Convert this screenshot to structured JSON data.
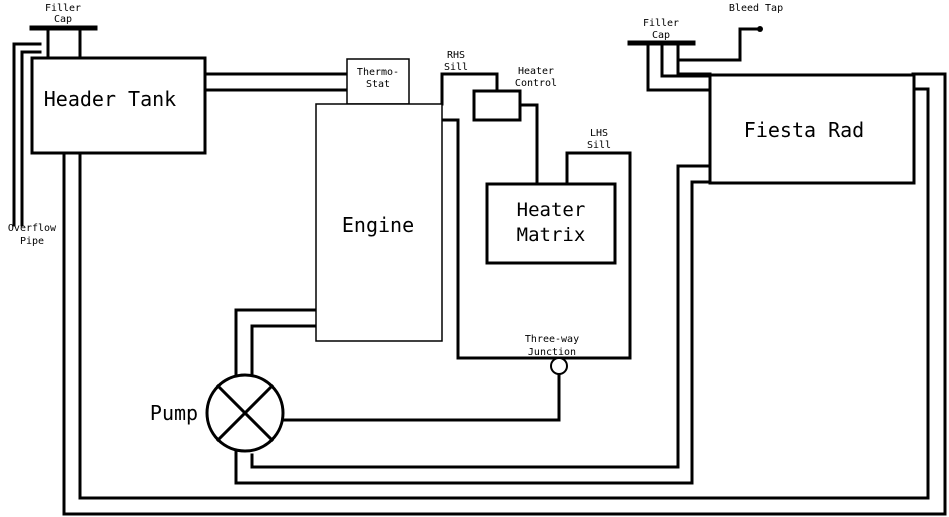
{
  "components": {
    "header_tank": "Header Tank",
    "engine": "Engine",
    "thermostat_line1": "Thermo-",
    "thermostat_line2": "Stat",
    "heater_matrix_line1": "Heater",
    "heater_matrix_line2": "Matrix",
    "fiesta_rad": "Fiesta Rad",
    "pump": "Pump"
  },
  "labels": {
    "filler_cap_left_1": "Filler",
    "filler_cap_left_2": "Cap",
    "filler_cap_right_1": "Filler",
    "filler_cap_right_2": "Cap",
    "bleed_tap": "Bleed Tap",
    "overflow_1": "Overflow",
    "overflow_2": "Pipe",
    "rhs_sill_1": "RHS",
    "rhs_sill_2": "Sill",
    "heater_control_1": "Heater",
    "heater_control_2": "Control",
    "lhs_sill_1": "LHS",
    "lhs_sill_2": "Sill",
    "three_way_1": "Three-way",
    "three_way_2": "Junction"
  },
  "colors": {
    "line": "#000000",
    "background": "#ffffff"
  }
}
